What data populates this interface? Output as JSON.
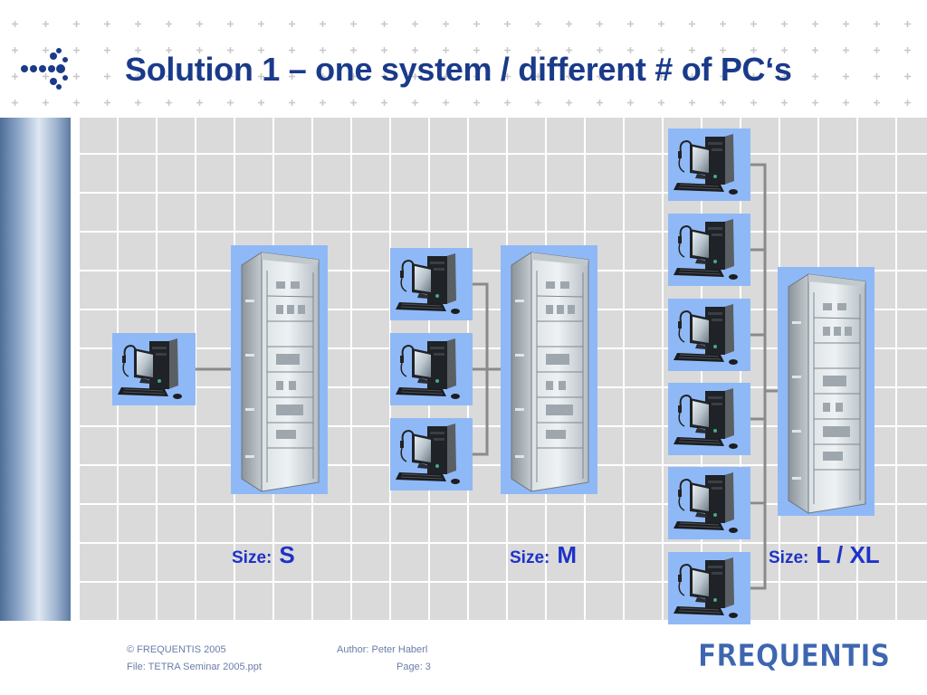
{
  "slide": {
    "title": "Solution 1 – one system / different # of PC‘s"
  },
  "configurations": [
    {
      "size_label": "Size:",
      "size_value": "S",
      "pcs": 1
    },
    {
      "size_label": "Size:",
      "size_value": "M",
      "pcs": 3
    },
    {
      "size_label": "Size:",
      "size_value": "L / XL",
      "pcs": 6
    }
  ],
  "footer": {
    "copyright": "© FREQUENTIS 2005",
    "file": "File: TETRA Seminar 2005.ppt",
    "author": "Author: Peter Haberl",
    "page": "Page: 3"
  },
  "logo": {
    "text": "FREQUENTIS"
  },
  "colors": {
    "title": "#1a3a8a",
    "size_label": "#1e32c8",
    "cell_background": "#8fb9f6",
    "connector": "#8a8a8a",
    "grid": "#dadada"
  }
}
